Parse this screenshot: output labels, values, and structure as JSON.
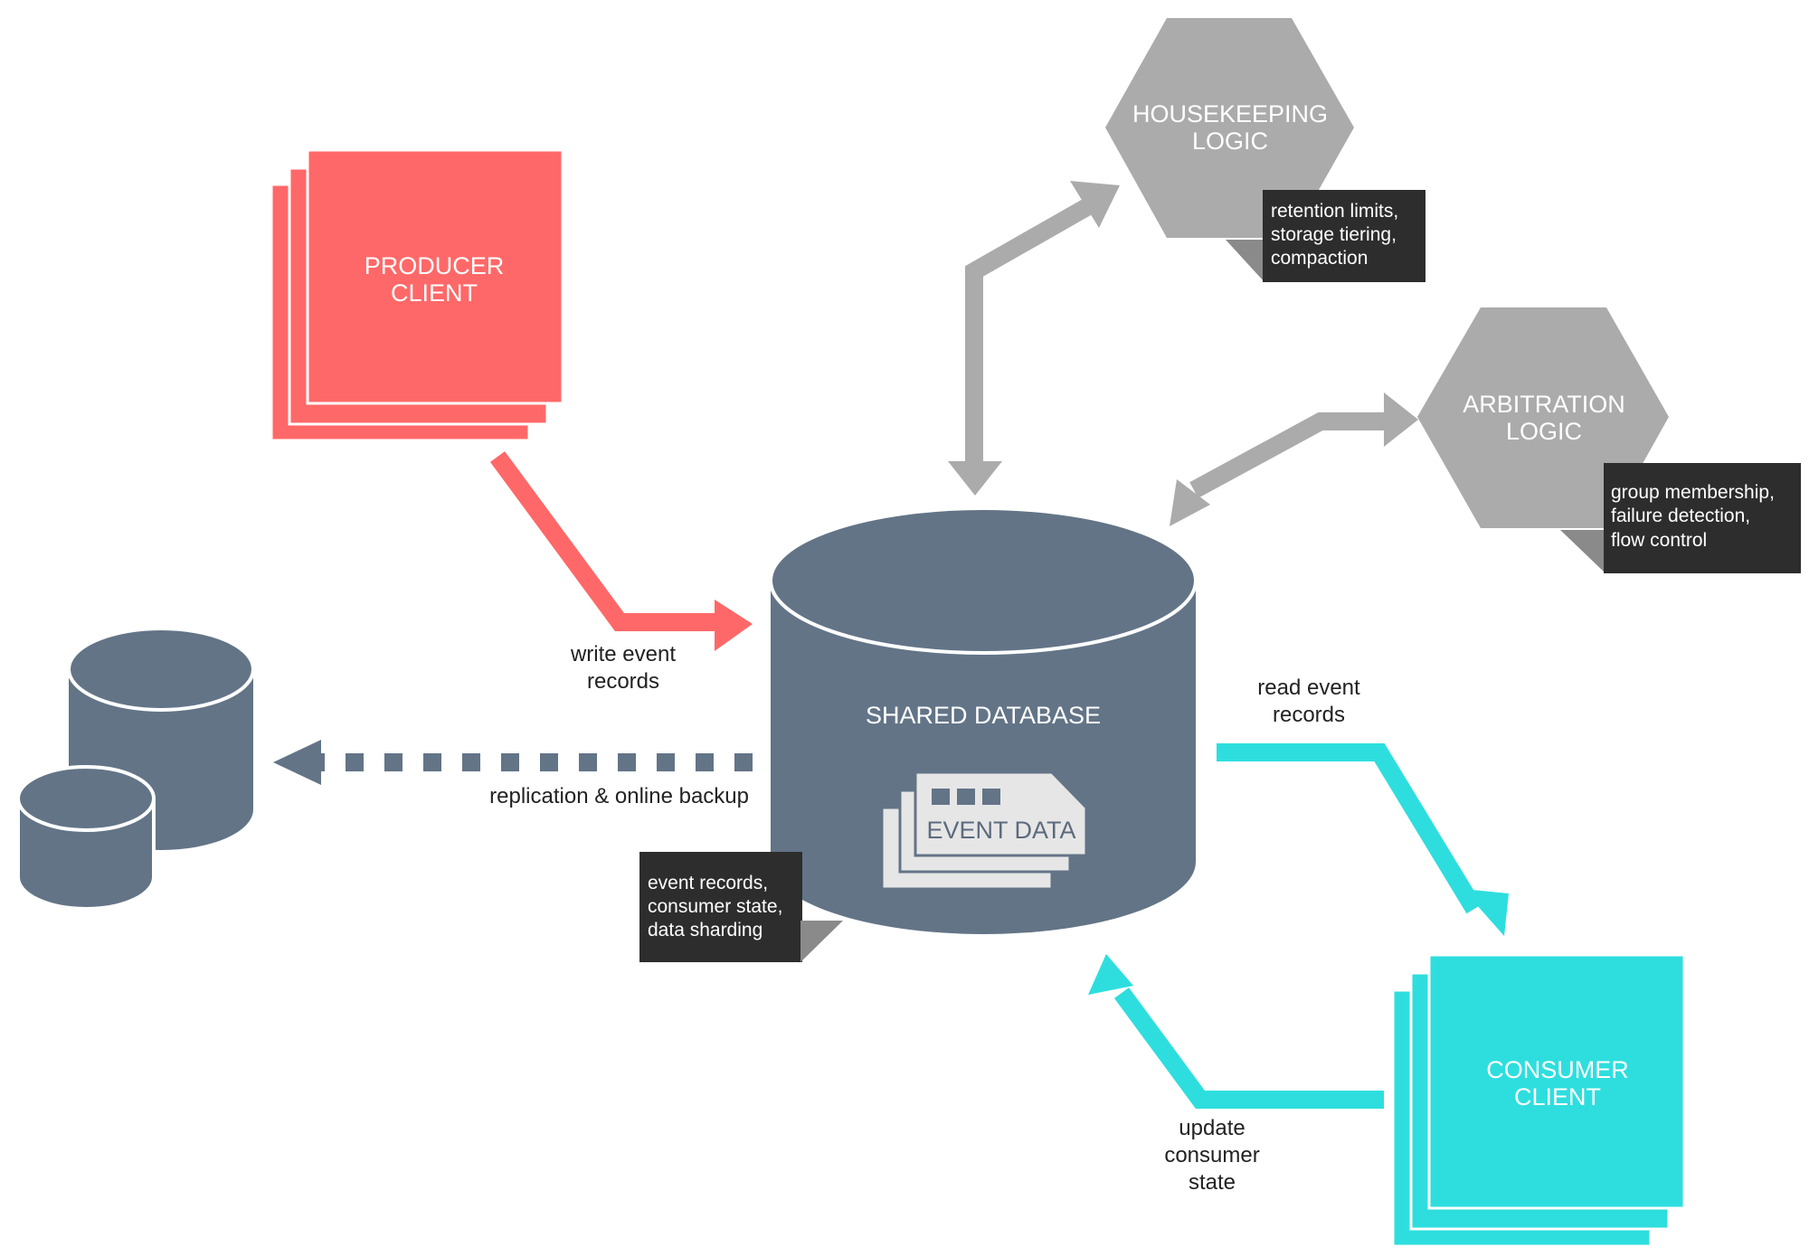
{
  "colors": {
    "producer": "#ff6868",
    "consumer": "#2edede",
    "database": "#637487",
    "logic": "#ababab",
    "note_bg": "#2d2d2d",
    "note_tail": "#8a8a8a",
    "event_card": "#e6e6e6"
  },
  "nodes": {
    "producer": {
      "line1": "PRODUCER",
      "line2": "CLIENT"
    },
    "consumer": {
      "line1": "CONSUMER",
      "line2": "CLIENT"
    },
    "housekeeping": {
      "line1": "HOUSEKEEPING",
      "line2": "LOGIC"
    },
    "arbitration": {
      "line1": "ARBITRATION",
      "line2": "LOGIC"
    },
    "database": {
      "label": "SHARED DATABASE",
      "event_data": "EVENT DATA"
    },
    "replica": {
      "icon": "database-cylinders-icon"
    }
  },
  "edges": {
    "write": {
      "line1": "write event",
      "line2": "records"
    },
    "read": {
      "line1": "read event",
      "line2": "records"
    },
    "update": {
      "line1": "update",
      "line2": "consumer",
      "line3": "state"
    },
    "replication": {
      "label": "replication & online backup"
    }
  },
  "notes": {
    "housekeeping": {
      "line1": "retention limits,",
      "line2": "storage tiering,",
      "line3": "compaction"
    },
    "arbitration": {
      "line1": "group membership,",
      "line2": "failure detection,",
      "line3": "flow control"
    },
    "database": {
      "line1": "event records,",
      "line2": "consumer state,",
      "line3": "data sharding"
    }
  }
}
